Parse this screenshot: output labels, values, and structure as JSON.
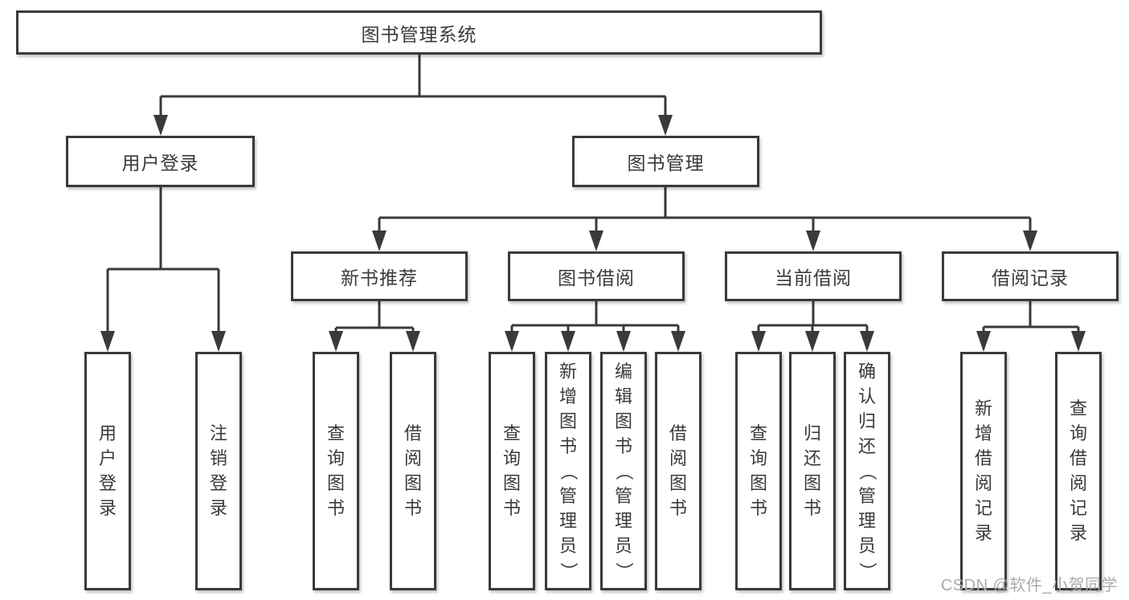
{
  "diagram": {
    "root": "图书管理系统",
    "level2": {
      "user_login": "用户登录",
      "book_mgmt": "图书管理"
    },
    "level3": {
      "new_book": "新书推荐",
      "borrow": "图书借阅",
      "current": "当前借阅",
      "records": "借阅记录"
    },
    "children": {
      "user_login": [
        "用户登录",
        "注销登录"
      ],
      "new_book": [
        "查询图书",
        "借阅图书"
      ],
      "borrow": [
        "查询图书",
        "新增图书（管理员）",
        "编辑图书（管理员）",
        "借阅图书"
      ],
      "current": [
        "查询图书",
        "归还图书",
        "确认归还（管理员）"
      ],
      "records": [
        "新增借阅记录",
        "查询借阅记录"
      ]
    }
  },
  "watermark": "CSDN @软件_小贺同学",
  "colors": {
    "line": "#3a3a3a",
    "box_border": "#3a3a3a",
    "text": "#3a3a3a",
    "watermark": "#ababab",
    "background": "#ffffff"
  }
}
